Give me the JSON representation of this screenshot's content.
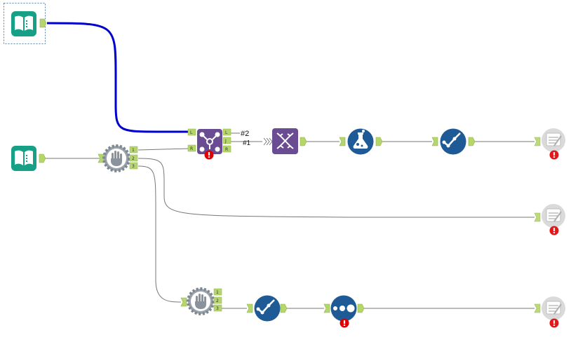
{
  "canvas": {
    "workflow_labels": {
      "join_left_output": "#2",
      "join_join_output": "#1"
    },
    "anchors": {
      "join_left": "L",
      "join_right": "R",
      "join_out_left": "L",
      "join_out_join": "J",
      "join_out_right": "R",
      "sample_1": "1",
      "sample_2": "2",
      "sample_3": "3"
    },
    "tools": [
      {
        "id": "input-1",
        "type": "input-data",
        "icon": "book-icon",
        "selected": true
      },
      {
        "id": "input-2",
        "type": "input-data",
        "icon": "book-icon",
        "selected": false
      },
      {
        "id": "sample-1",
        "type": "create-samples",
        "icon": "hand-icon",
        "outputs": 3
      },
      {
        "id": "join-1",
        "type": "join",
        "icon": "join-icon",
        "error": true
      },
      {
        "id": "dna-1",
        "type": "prep-tool",
        "icon": "dna-icon"
      },
      {
        "id": "flask-1",
        "type": "model-tool",
        "icon": "flask-icon"
      },
      {
        "id": "score-1",
        "type": "score-tool",
        "icon": "check-dots-icon"
      },
      {
        "id": "output-1",
        "type": "report",
        "icon": "report-icon",
        "error": true,
        "disabled": true
      },
      {
        "id": "output-2",
        "type": "report",
        "icon": "report-icon",
        "error": true,
        "disabled": true
      },
      {
        "id": "sample-2",
        "type": "create-samples",
        "icon": "hand-icon",
        "outputs": 3
      },
      {
        "id": "score-2",
        "type": "score-tool",
        "icon": "check-dots-icon"
      },
      {
        "id": "dots-1",
        "type": "dots-tool",
        "icon": "dots-icon",
        "error": true
      },
      {
        "id": "output-3",
        "type": "report",
        "icon": "report-icon",
        "error": true,
        "disabled": true
      }
    ],
    "colors": {
      "teal": "#16a085",
      "purple": "#6a4c93",
      "navy": "#1e5a96",
      "anchor_green": "#b5d66b",
      "selected_wire": "#0000cc",
      "wire": "#777777",
      "error_red": "#e00000",
      "disabled_gray": "#c8c8c8"
    }
  }
}
